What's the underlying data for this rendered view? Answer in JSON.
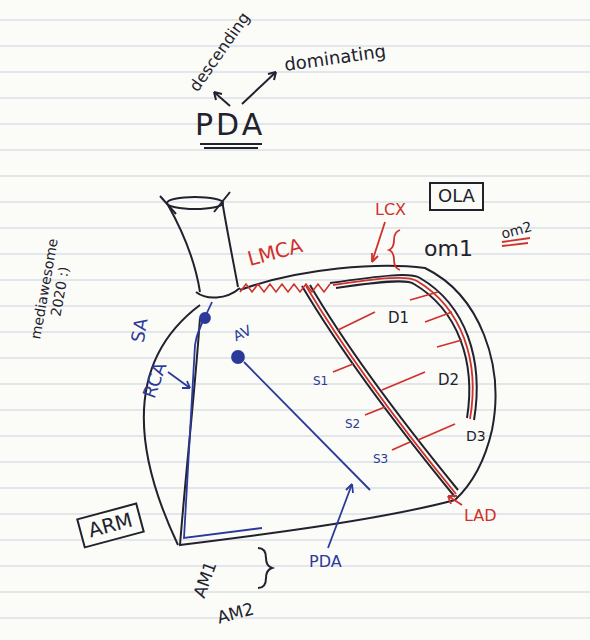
{
  "diagram": {
    "nodes": [
      {
        "text": [
          "OLA"
        ]
      },
      {
        "text": [
          "ARM"
        ]
      }
    ],
    "labels": [
      "descending",
      "dominating",
      "PDA",
      "mediawesome 2020 :)",
      "LMCA",
      "LCX",
      "om1",
      "om2",
      "SA",
      "RCA",
      "AV",
      "D1",
      "D2",
      "S1",
      "S2",
      "D3",
      "S3",
      "PDA",
      "LAD",
      "AM1",
      "AM2"
    ]
  }
}
